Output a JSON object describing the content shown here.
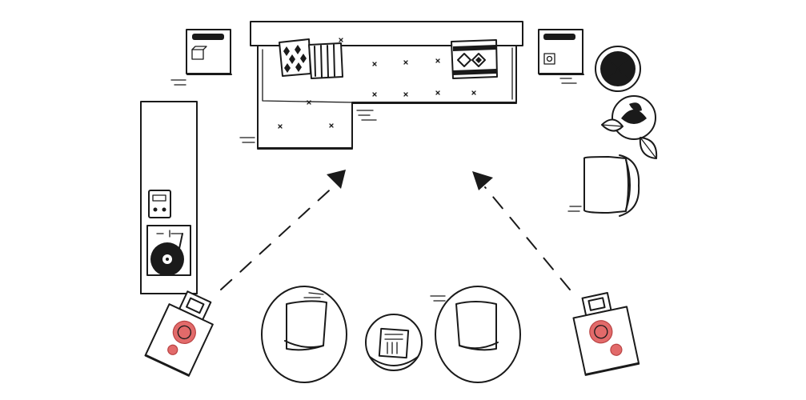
{
  "diagram": {
    "type": "room floor plan sketch",
    "colors": {
      "ink": "#1a1a1a",
      "accent": "#e26a6a",
      "background": "#ffffff"
    },
    "elements": [
      "sectional-sofa",
      "cushion-diamond",
      "cushion-striped",
      "cushion-tribal",
      "side-table-left",
      "side-table-right",
      "media-console",
      "radio",
      "turntable",
      "plant-round",
      "plant-leafy",
      "accent-chair-right",
      "armchair-left",
      "armchair-right",
      "coffee-table-round",
      "speaker-left",
      "speaker-right",
      "arrow-left",
      "arrow-right"
    ],
    "arrows": [
      {
        "from": "speaker-left",
        "to": "sectional-sofa"
      },
      {
        "from": "speaker-right",
        "to": "sectional-sofa"
      }
    ]
  }
}
